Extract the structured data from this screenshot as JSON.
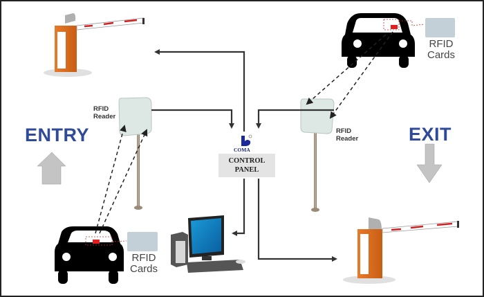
{
  "diagram": {
    "title": "RFID Parking Access Control System",
    "entry_label": "ENTRY",
    "exit_label": "EXIT",
    "control_panel": {
      "brand": "COMA",
      "line1": "CONTROL",
      "line2": "PANEL"
    },
    "entry_reader": {
      "line1": "RFID",
      "line2": "Reader"
    },
    "exit_reader": {
      "line1": "RFID",
      "line2": "Reader"
    },
    "entry_cards": {
      "line1": "RFID",
      "line2": "Cards"
    },
    "exit_cards": {
      "line1": "RFID",
      "line2": "Cards"
    },
    "colors": {
      "label_blue": "#2f4a98",
      "barrier_orange": "#e0701f",
      "boom_stripe_red": "#d42020",
      "card_gray_blue": "#c3d0d8",
      "reader_panel": "#dde8e4",
      "arrow_gray": "#c4c4c4",
      "line_dark": "#333333"
    },
    "connections": [
      {
        "from": "entry_reader",
        "to": "control_panel"
      },
      {
        "from": "exit_reader",
        "to": "control_panel"
      },
      {
        "from": "control_panel",
        "to": "entry_barrier"
      },
      {
        "from": "control_panel",
        "to": "computer"
      },
      {
        "from": "control_panel",
        "to": "exit_barrier"
      },
      {
        "from": "entry_car_tag",
        "to": "entry_reader",
        "style": "dashed"
      },
      {
        "from": "exit_car_tag",
        "to": "exit_reader",
        "style": "dashed"
      }
    ]
  }
}
